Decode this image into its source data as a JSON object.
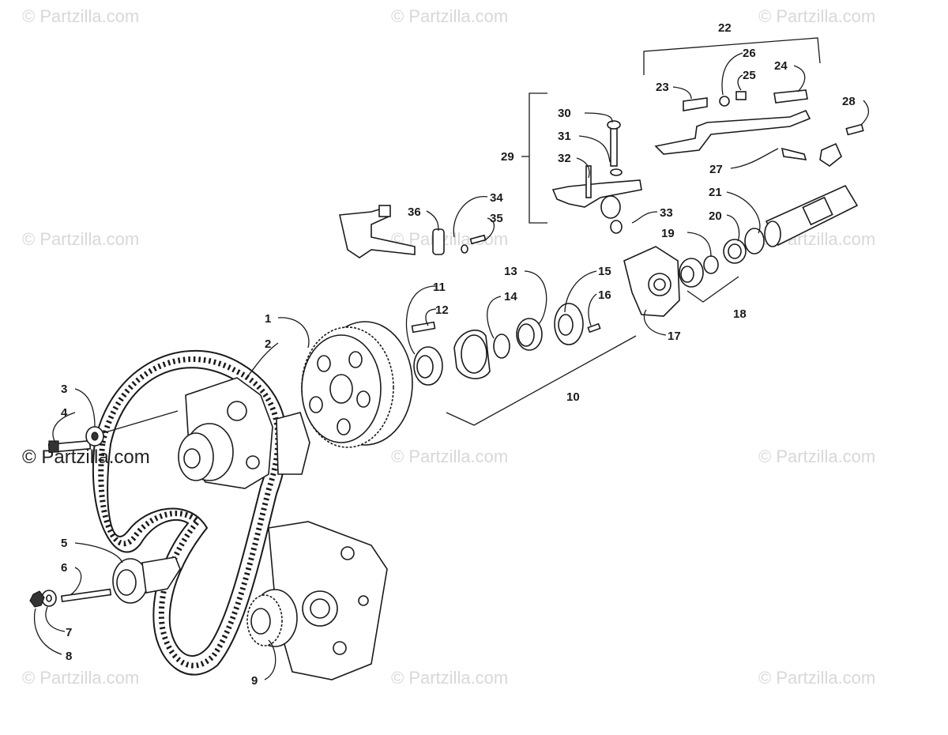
{
  "watermark": {
    "text": "© Partzilla.com"
  },
  "callouts": {
    "c1": "1",
    "c2": "2",
    "c3": "3",
    "c4": "4",
    "c5": "5",
    "c6": "6",
    "c7": "7",
    "c8": "8",
    "c9": "9",
    "c10": "10",
    "c11": "11",
    "c12": "12",
    "c13": "13",
    "c14": "14",
    "c15": "15",
    "c16": "16",
    "c17": "17",
    "c18": "18",
    "c19": "19",
    "c20": "20",
    "c21": "21",
    "c22": "22",
    "c23": "23",
    "c24": "24",
    "c25": "25",
    "c26": "26",
    "c27": "27",
    "c28": "28",
    "c29": "29",
    "c30": "30",
    "c31": "31",
    "c32": "32",
    "c33": "33",
    "c34": "34",
    "c35": "35",
    "c36": "36"
  }
}
